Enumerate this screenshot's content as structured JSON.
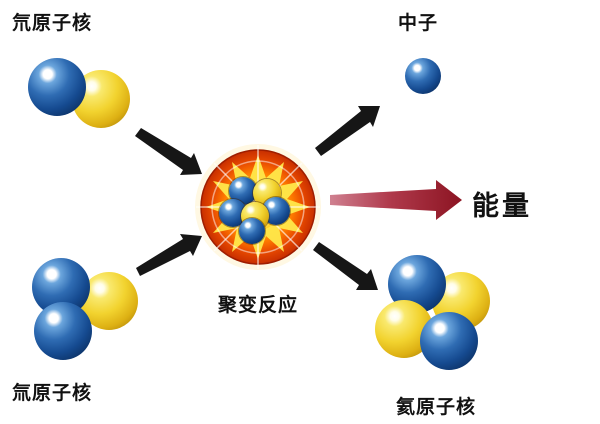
{
  "diagram": {
    "labels": {
      "deuterium": "氘原子核",
      "tritium": "氚原子核",
      "neutron": "中子",
      "fusion": "聚变反应",
      "helium": "氦原子核",
      "energy": "能量"
    },
    "colors": {
      "proton_yellow": "#f2d32f",
      "neutron_blue": "#154a90",
      "arrow_black": "#161616",
      "energy_arrow_start": "#cf8090",
      "energy_arrow_end": "#8c1422",
      "burst_core": "#fff6b0",
      "burst_ray": "#ffe84a",
      "burst_edge": "#c72e00",
      "background": "#ffffff"
    }
  }
}
